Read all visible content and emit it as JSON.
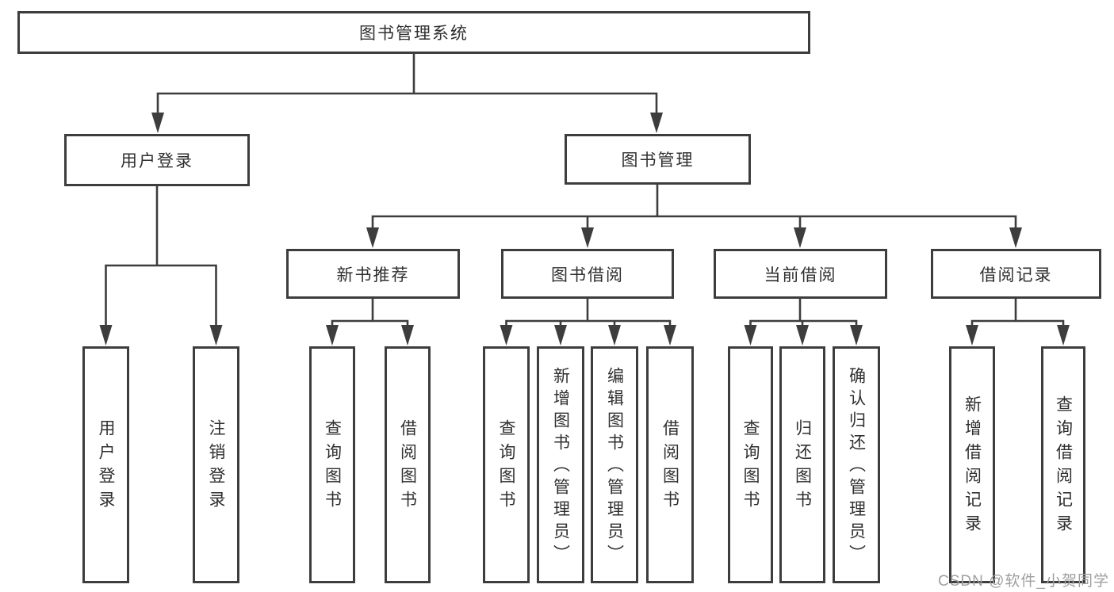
{
  "tree": {
    "label": "图书管理系统",
    "children": [
      {
        "label": "用户登录",
        "children": [
          {
            "label": "用户登录"
          },
          {
            "label": "注销登录"
          }
        ]
      },
      {
        "label": "图书管理",
        "children": [
          {
            "label": "新书推荐",
            "children": [
              {
                "label": "查询图书"
              },
              {
                "label": "借阅图书"
              }
            ]
          },
          {
            "label": "图书借阅",
            "children": [
              {
                "label": "查询图书"
              },
              {
                "label": "新增图书（管理员）"
              },
              {
                "label": "编辑图书（管理员）"
              },
              {
                "label": "借阅图书"
              }
            ]
          },
          {
            "label": "当前借阅",
            "children": [
              {
                "label": "查询图书"
              },
              {
                "label": "归还图书"
              },
              {
                "label": "确认归还（管理员）"
              }
            ]
          },
          {
            "label": "借阅记录",
            "children": [
              {
                "label": "新增借阅记录"
              },
              {
                "label": "查询借阅记录"
              }
            ]
          }
        ]
      }
    ]
  },
  "watermark": {
    "text": "CSDN @软件_小贺同学"
  },
  "colors": {
    "line": "#3d3d3d",
    "box_border": "#3d3d3d",
    "text": "#2f2f2f",
    "watermark": "#9f9f9f",
    "background": "#ffffff"
  }
}
